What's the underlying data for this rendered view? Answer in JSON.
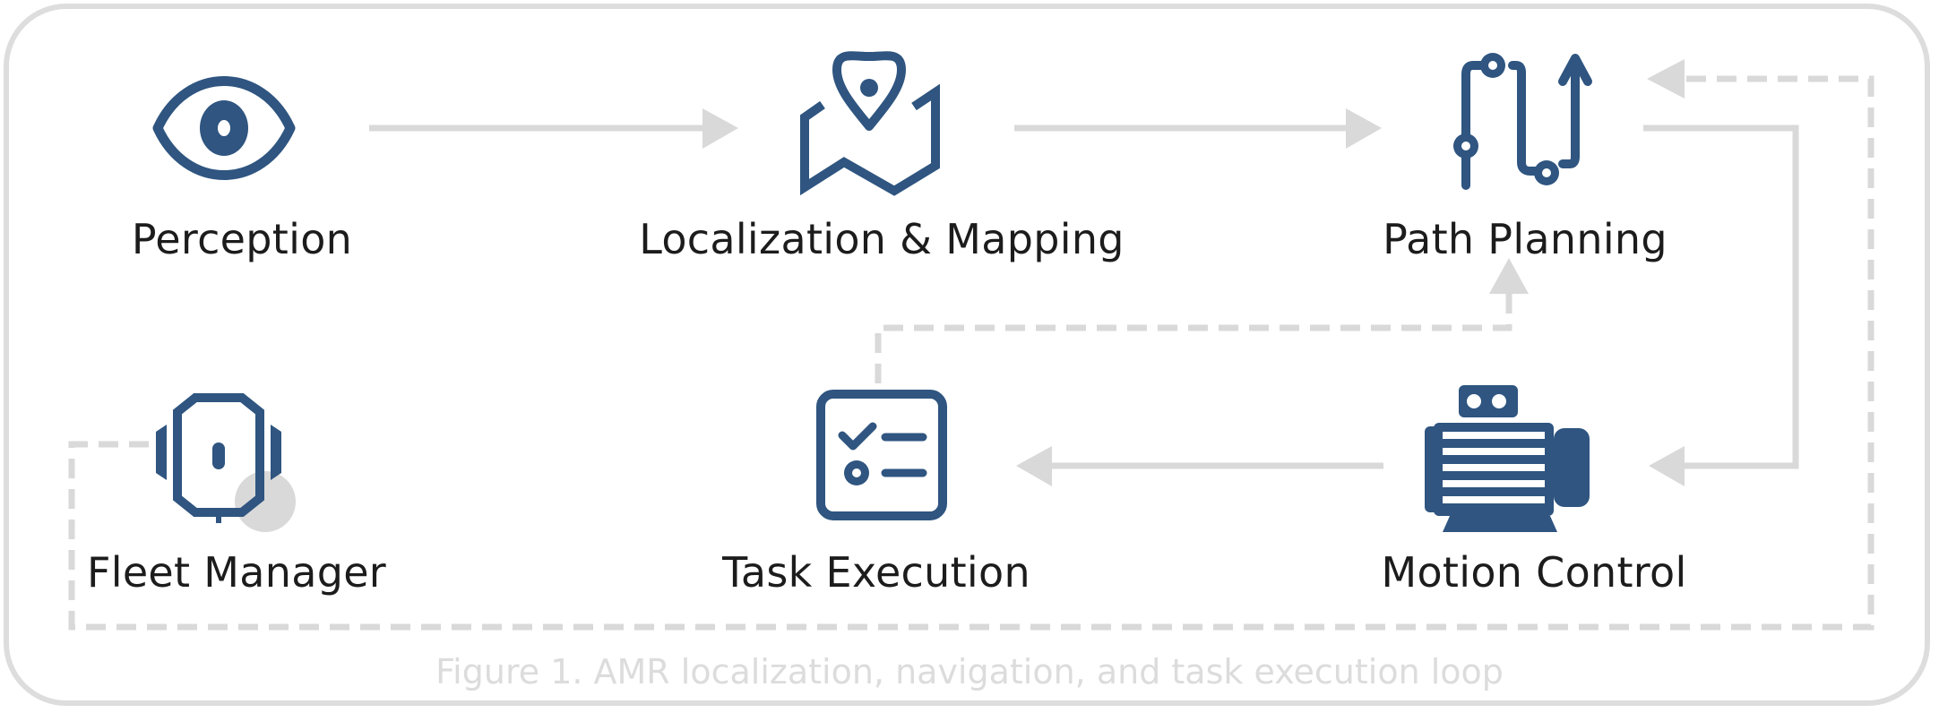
{
  "nodes": {
    "perception": "Perception",
    "localization": "Localization & Mapping",
    "path_planning": "Path Planning",
    "fleet_manager": "Fleet Manager",
    "task_execution": "Task Execution",
    "motion_control": "Motion Control"
  },
  "caption": "Figure 1. AMR localization, navigation, and task execution loop",
  "colors": {
    "icon": "#2f5580",
    "arrow": "#d9d9d9",
    "frame": "#dddddd",
    "text": "#1c1c1c",
    "caption": "#dcdcdc"
  },
  "icons": [
    "eye-icon",
    "map-pin-icon",
    "route-icon",
    "robot-icon",
    "checklist-icon",
    "motor-icon"
  ]
}
